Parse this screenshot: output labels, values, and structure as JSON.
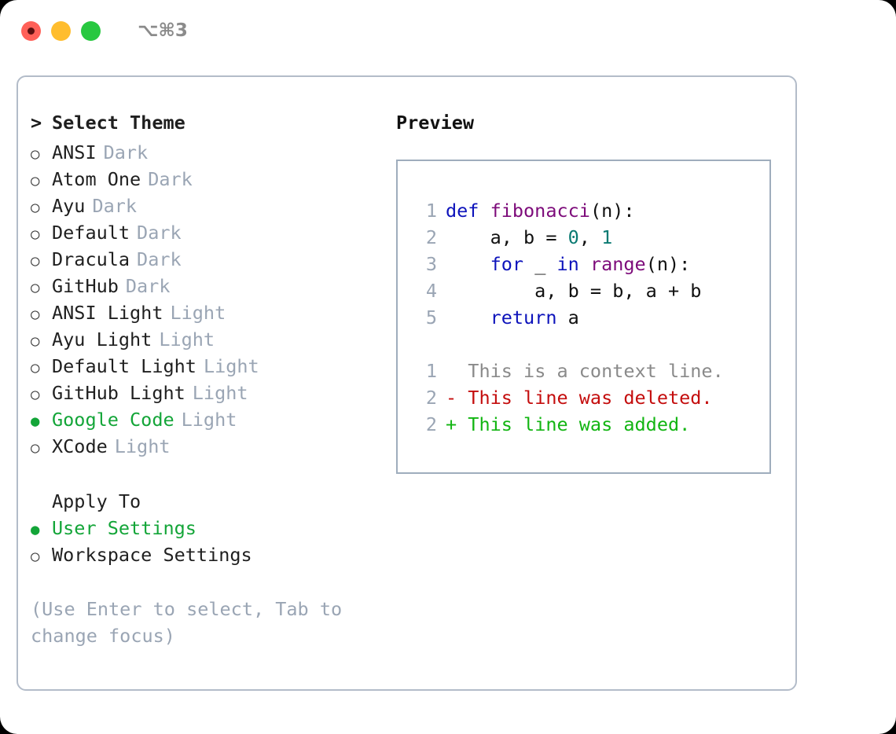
{
  "titlebar": {
    "shortcut": "⌥⌘3",
    "lights": [
      {
        "name": "close",
        "color": "#ff6058"
      },
      {
        "name": "minimize",
        "color": "#ffbd2e"
      },
      {
        "name": "zoom",
        "color": "#28c840"
      }
    ]
  },
  "theme_list": {
    "header_marker": ">",
    "header": "Select Theme",
    "items": [
      {
        "marker": "○",
        "label": "ANSI",
        "tag": "Dark",
        "selected": false
      },
      {
        "marker": "○",
        "label": "Atom One",
        "tag": "Dark",
        "selected": false
      },
      {
        "marker": "○",
        "label": "Ayu",
        "tag": "Dark",
        "selected": false
      },
      {
        "marker": "○",
        "label": "Default",
        "tag": "Dark",
        "selected": false
      },
      {
        "marker": "○",
        "label": "Dracula",
        "tag": "Dark",
        "selected": false
      },
      {
        "marker": "○",
        "label": "GitHub",
        "tag": "Dark",
        "selected": false
      },
      {
        "marker": "○",
        "label": "ANSI Light",
        "tag": "Light",
        "selected": false
      },
      {
        "marker": "○",
        "label": "Ayu Light",
        "tag": "Light",
        "selected": false
      },
      {
        "marker": "○",
        "label": "Default Light",
        "tag": "Light",
        "selected": false
      },
      {
        "marker": "○",
        "label": "GitHub Light",
        "tag": "Light",
        "selected": false
      },
      {
        "marker": "●",
        "label": "Google Code",
        "tag": "Light",
        "selected": true
      },
      {
        "marker": "○",
        "label": "XCode",
        "tag": "Light",
        "selected": false
      }
    ]
  },
  "apply_to": {
    "title": "Apply To",
    "options": [
      {
        "marker": "●",
        "label": "User Settings",
        "selected": true
      },
      {
        "marker": "○",
        "label": "Workspace Settings",
        "selected": false
      }
    ]
  },
  "hint": "(Use Enter to select, Tab to change focus)",
  "preview": {
    "title": "Preview",
    "code_lines": [
      {
        "number": "1",
        "tokens": [
          {
            "text": "def ",
            "type": "keyword"
          },
          {
            "text": "fibonacci",
            "type": "function"
          },
          {
            "text": "(n):",
            "type": "plain"
          }
        ]
      },
      {
        "number": "2",
        "tokens": [
          {
            "text": "    a, b = ",
            "type": "plain"
          },
          {
            "text": "0",
            "type": "number"
          },
          {
            "text": ", ",
            "type": "plain"
          },
          {
            "text": "1",
            "type": "number"
          }
        ]
      },
      {
        "number": "3",
        "tokens": [
          {
            "text": "    ",
            "type": "plain"
          },
          {
            "text": "for",
            "type": "keyword"
          },
          {
            "text": " _ ",
            "type": "plain"
          },
          {
            "text": "in",
            "type": "keyword"
          },
          {
            "text": " ",
            "type": "plain"
          },
          {
            "text": "range",
            "type": "function"
          },
          {
            "text": "(n):",
            "type": "plain"
          }
        ]
      },
      {
        "number": "4",
        "tokens": [
          {
            "text": "        a, b = b, a + b",
            "type": "plain"
          }
        ]
      },
      {
        "number": "5",
        "tokens": [
          {
            "text": "    ",
            "type": "plain"
          },
          {
            "text": "return",
            "type": "keyword"
          },
          {
            "text": " a",
            "type": "plain"
          }
        ]
      }
    ],
    "diff_lines": [
      {
        "number": "1",
        "marker": " ",
        "text": " This is a context line.",
        "kind": "context"
      },
      {
        "number": "2",
        "marker": "-",
        "text": " This line was deleted.",
        "kind": "deleted"
      },
      {
        "number": "2",
        "marker": "+",
        "text": " This line was added.",
        "kind": "added"
      }
    ]
  },
  "colors": {
    "accent_green": "#13a538",
    "tag_gray": "#9aa5b4",
    "keyword_blue": "#0d13bb",
    "function_purple": "#7d0b7a",
    "number_teal": "#0a7a72",
    "diff_deleted": "#c40d0d",
    "diff_added": "#12b512",
    "diff_context": "#8a8a8a",
    "panel_border": "#b3bcc9",
    "preview_border": "#9fadbd"
  }
}
